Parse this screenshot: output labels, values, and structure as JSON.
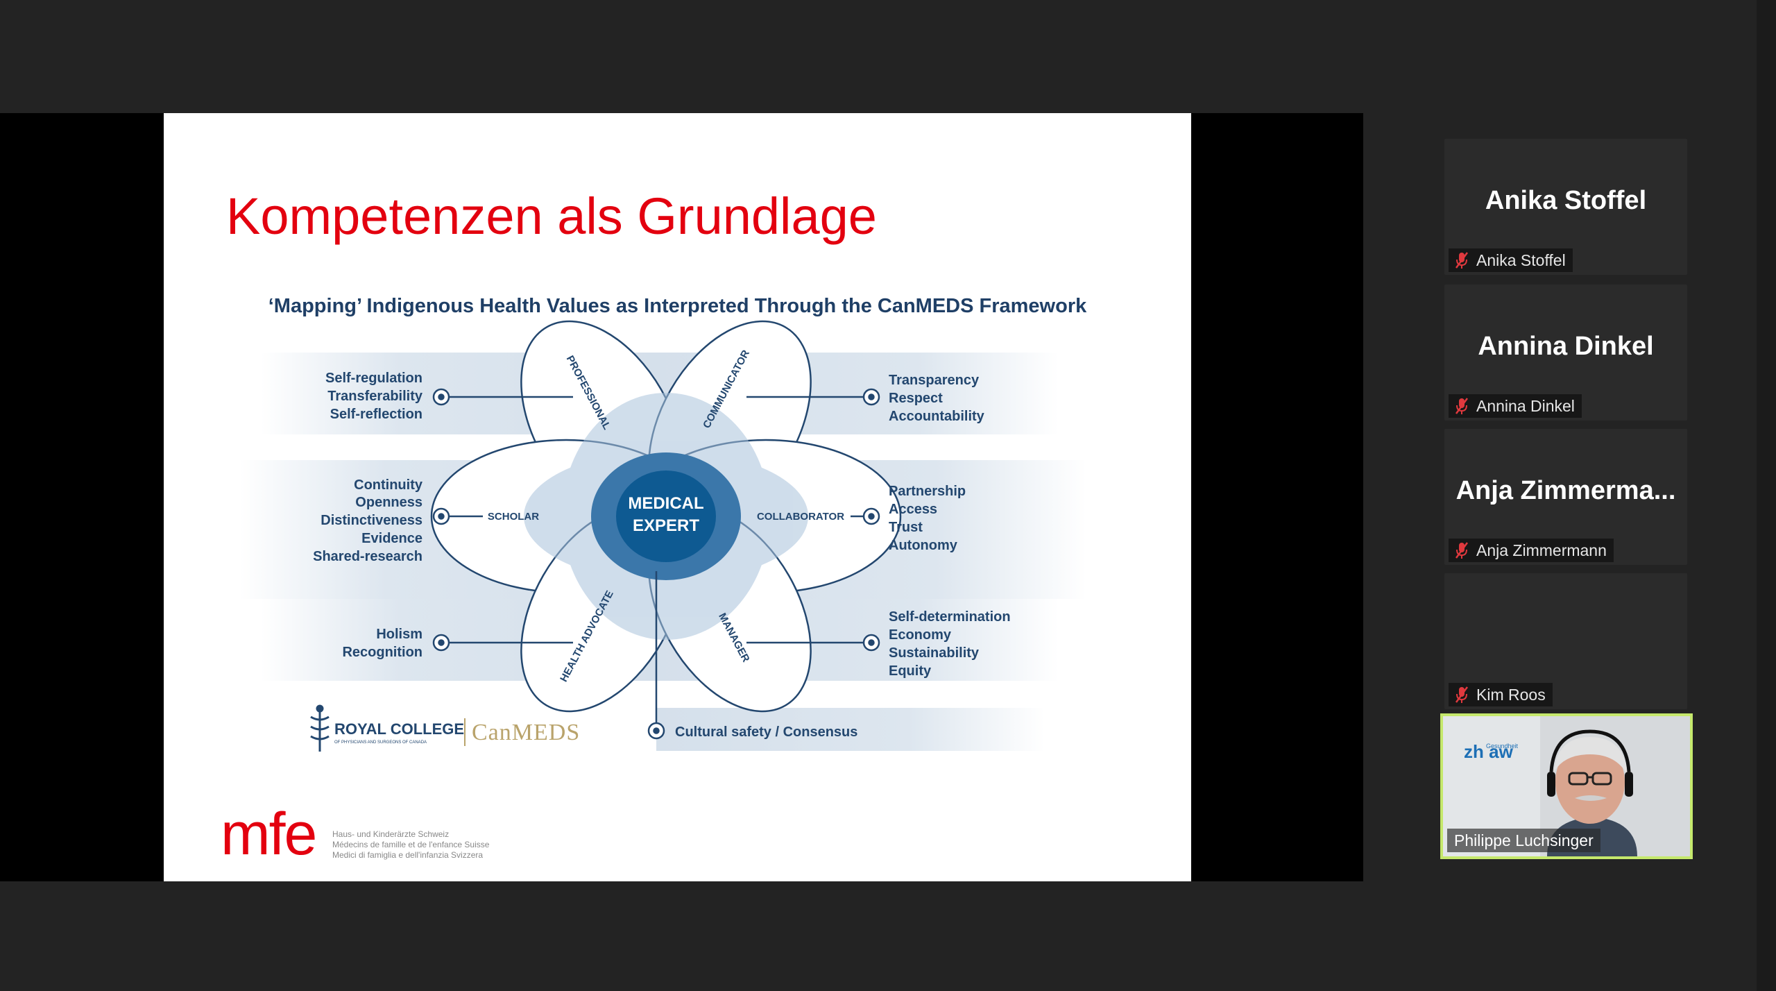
{
  "slide": {
    "title": "Kompetenzen als Grundlage",
    "framework_heading": "‘Mapping’ Indigenous Health Values as Interpreted Through the CanMEDS Framework",
    "center_label_line1": "MEDICAL",
    "center_label_line2": "EXPERT",
    "roles": {
      "professional": "PROFESSIONAL",
      "communicator": "COMMUNICATOR",
      "scholar": "SCHOLAR",
      "collaborator": "COLLABORATOR",
      "health_advocate": "HEALTH ADVOCATE",
      "manager": "MANAGER"
    },
    "values": {
      "professional": [
        "Self-regulation",
        "Transferability",
        "Self-reflection"
      ],
      "communicator": [
        "Transparency",
        "Respect",
        "Accountability"
      ],
      "scholar": [
        "Continuity",
        "Openness",
        "Distinctiveness",
        "Evidence",
        "Shared-research"
      ],
      "collaborator": [
        "Partnership",
        "Access",
        "Trust",
        "Autonomy"
      ],
      "health_advocate": [
        "Holism",
        "Recognition"
      ],
      "manager": [
        "Self-determination",
        "Economy",
        "Sustainability",
        "Equity"
      ],
      "medical_expert": "Cultural safety / Consensus"
    },
    "royal_college": "ROYAL COLLEGE",
    "royal_college_sub": "OF PHYSICIANS AND SURGEONS OF CANADA",
    "canmeds": "CanMEDS",
    "footer_logo": "mfe",
    "footer_lines": [
      "Haus- und Kinderärzte Schweiz",
      "Médecins de famille et de l'enfance Suisse",
      "Medici di famiglia e dell'infanzia Svizzera"
    ]
  },
  "participants": [
    {
      "display": "Anika Stoffel",
      "label": "Anika Stoffel",
      "muted": true
    },
    {
      "display": "Annina Dinkel",
      "label": "Annina Dinkel",
      "muted": true
    },
    {
      "display": "Anja  Zimmerma...",
      "label": "Anja Zimmermann",
      "muted": true
    },
    {
      "display": "",
      "label": "Kim Roos",
      "muted": true
    }
  ],
  "active_speaker": {
    "label": "Philippe Luchsinger",
    "background_logo": "zh aw",
    "background_logo_sub": "Gesundheit"
  },
  "colors": {
    "title_red": "#e3000f",
    "navy": "#1f3f66",
    "petal_light": "#c9d8e8",
    "petal_mid": "#7fa6c9",
    "center_dark": "#0e5a92",
    "speaker_border": "#c5e86c",
    "mute_red": "#e0393e"
  }
}
